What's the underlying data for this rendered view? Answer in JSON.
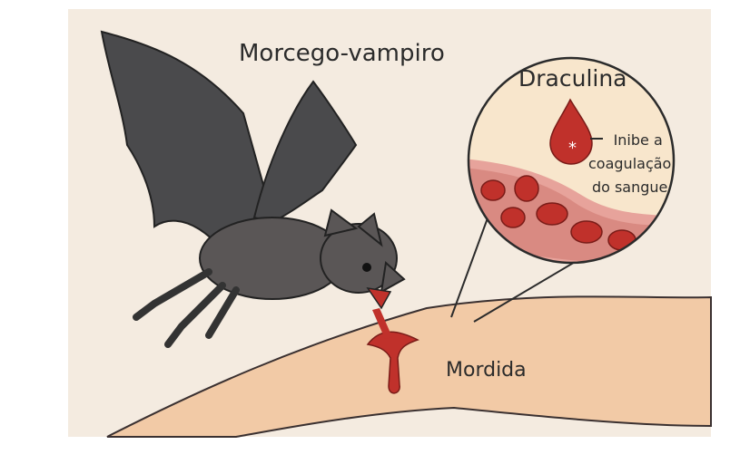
{
  "title": "Morcego-vampiro",
  "inset": {
    "title": "Draculina",
    "annotation_lines": [
      "Inibe a",
      "coagulação",
      "do sangue"
    ]
  },
  "bite_label": "Mordida",
  "colors": {
    "background": "#f4ebe0",
    "bat": "#4a4a4c",
    "blood": "#c0312b",
    "skin": "#f2caa6",
    "vessel": "#d98a82"
  }
}
